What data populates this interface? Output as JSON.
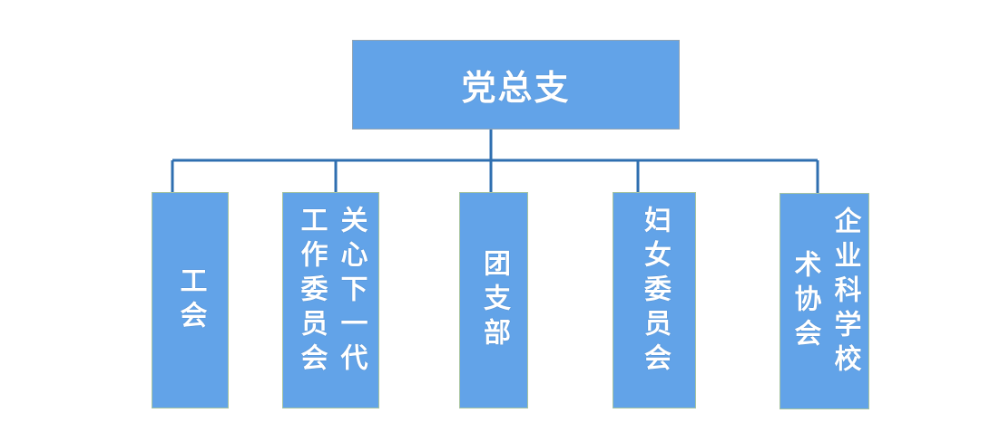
{
  "root": {
    "label": "党总支"
  },
  "children": [
    {
      "id": "union",
      "columns": [
        "工会"
      ]
    },
    {
      "id": "youth-care",
      "columns": [
        "关心下一代",
        "工作委员会"
      ]
    },
    {
      "id": "league",
      "columns": [
        "团支部"
      ]
    },
    {
      "id": "women",
      "columns": [
        "妇女委员会"
      ]
    },
    {
      "id": "enterprise-school",
      "columns": [
        "企业科学校",
        "术协会"
      ]
    }
  ],
  "colors": {
    "box_fill": "#62a3e8",
    "connector": "#2f6fb0",
    "text": "#ffffff"
  }
}
